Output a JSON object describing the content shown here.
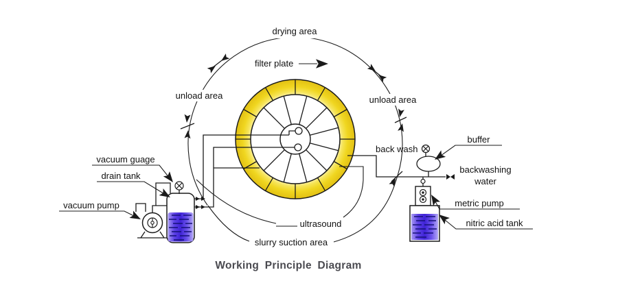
{
  "title": "Working Principle Diagram",
  "zone_labels": {
    "drying_area": "drying area",
    "unload_area_left": "unload area",
    "unload_area_right": "unload area",
    "ultrasound": "ultrasound",
    "slurry_suction_area": "slurry suction area"
  },
  "component_labels": {
    "filter_plate": "filter plate",
    "back_wash": "back wash",
    "buffer": "buffer",
    "backwashing_line1": "backwashing",
    "backwashing_line2": "water",
    "metric_pump": "metric pump",
    "nitric_acid_tank": "nitric acid tank",
    "vacuum_guage": "vacuum guage",
    "drain_tank": "drain tank",
    "vacuum_pump": "vacuum pump"
  },
  "icons": {
    "gauge_valve": "circle-with-x",
    "backwash_valve": "circle-with-x",
    "water_valve": "bowtie-valve",
    "stub_valves": "double-arrow-check-valves"
  },
  "colors": {
    "line": "#1a1a1a",
    "text": "#111111",
    "title": "#4a4a50",
    "background": "#ffffff",
    "ring_yellow": "#eecd1b",
    "ring_yellow_light": "#fcf4bc",
    "liquid_dark": "#3f23d6",
    "liquid_light": "#a89af2",
    "liquid_dash": "#151077"
  }
}
